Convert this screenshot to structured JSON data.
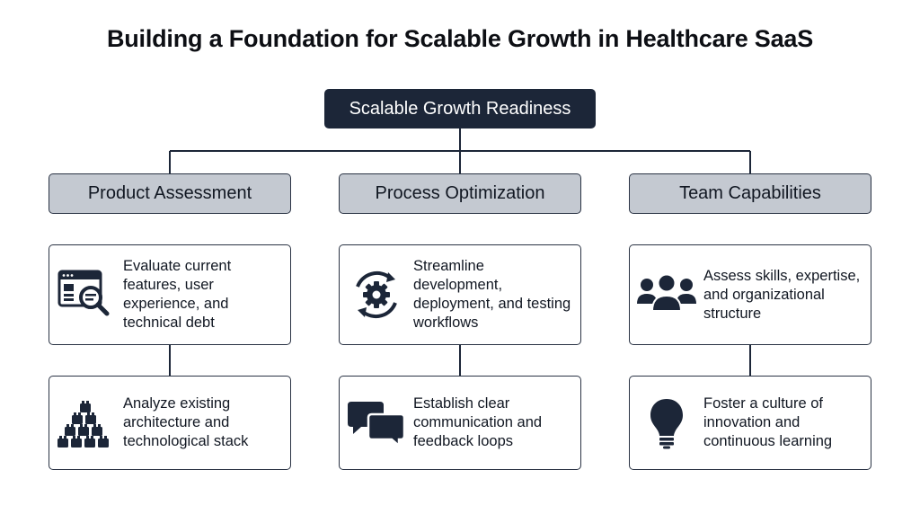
{
  "title": "Building a Foundation for Scalable Growth in Healthcare SaaS",
  "root": {
    "label": "Scalable Growth Readiness"
  },
  "categories": [
    {
      "label": "Product Assessment",
      "items": [
        {
          "icon": "browser-search-icon",
          "text": "Evaluate current features, user experience, and technical debt"
        },
        {
          "icon": "building-blocks-icon",
          "text": "Analyze existing architecture and technological stack"
        }
      ]
    },
    {
      "label": "Process Optimization",
      "items": [
        {
          "icon": "gear-cycle-icon",
          "text": "Streamline development, deployment, and testing workflows"
        },
        {
          "icon": "chat-bubbles-icon",
          "text": "Establish clear communication and feedback loops"
        }
      ]
    },
    {
      "label": "Team Capabilities",
      "items": [
        {
          "icon": "people-group-icon",
          "text": "Assess skills, expertise, and organizational structure"
        },
        {
          "icon": "lightbulb-icon",
          "text": "Foster a culture of innovation and continuous learning"
        }
      ]
    }
  ],
  "colors": {
    "root_fill": "#1c2638",
    "category_fill": "#c4c9d1",
    "line": "#1c2638",
    "icon": "#1c2638"
  }
}
